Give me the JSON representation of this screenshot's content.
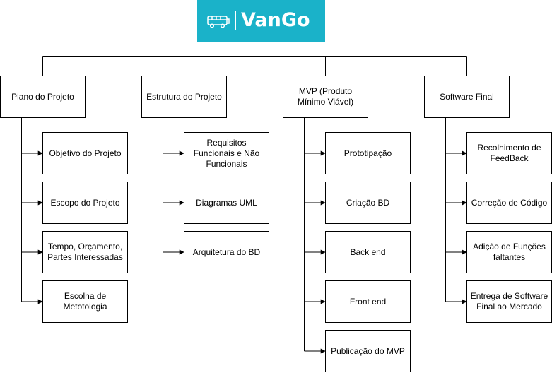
{
  "brand": {
    "name": "VanGo",
    "icon": "bus-icon",
    "color": "#1ab2c9"
  },
  "columns": [
    {
      "title": "Plano do Projeto",
      "items": [
        "Objetivo do Projeto",
        "Escopo do Projeto",
        "Tempo, Orçamento, Partes Interessadas",
        "Escolha de Metotologia"
      ]
    },
    {
      "title": "Estrutura do Projeto",
      "items": [
        "Requisitos Funcionais e Não Funcionais",
        "Diagramas UML",
        "Arquitetura do BD"
      ]
    },
    {
      "title": "MVP (Produto Mínimo Viável)",
      "items": [
        "Prototipação",
        "Criação BD",
        "Back end",
        "Front end",
        "Publicação do MVP"
      ]
    },
    {
      "title": "Software Final",
      "items": [
        "Recolhimento de FeedBack",
        "Correção de Código",
        "Adição de Funções faltantes",
        "Entrega de Software Final ao Mercado"
      ]
    }
  ]
}
